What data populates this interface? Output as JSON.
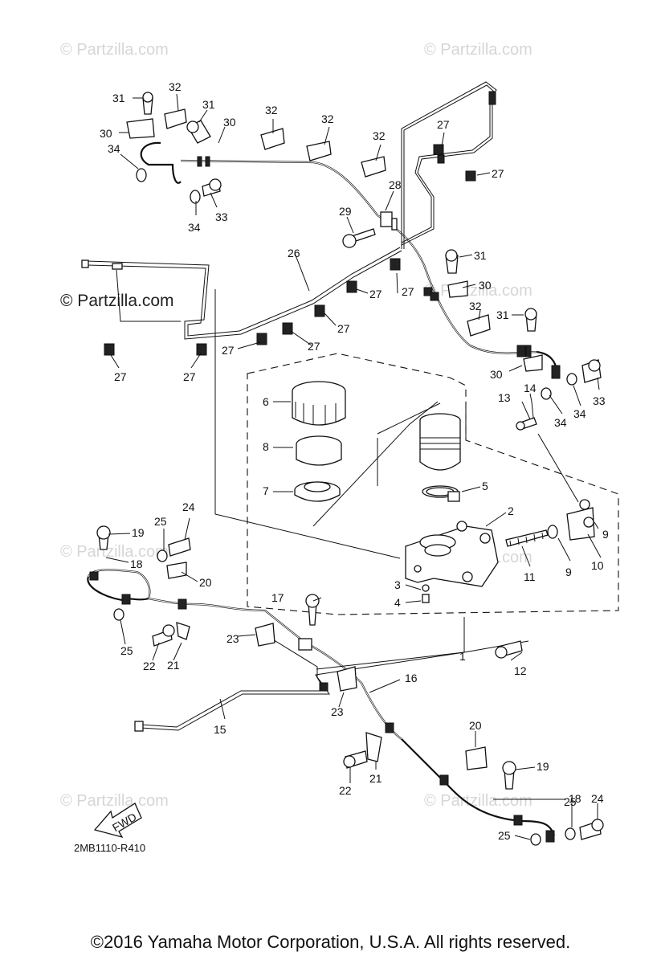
{
  "watermark": "© Partzilla.com",
  "watermark_main": "© Partzilla.com",
  "diagram_code": "2MB1110-R410",
  "fwd_label": "FWD",
  "copyright": "©2016  Yamaha Motor Corporation, U.S.A. All rights reserved.",
  "callouts": [
    "1",
    "2",
    "3",
    "4",
    "5",
    "6",
    "7",
    "8",
    "9",
    "10",
    "11",
    "12",
    "13",
    "14",
    "15",
    "16",
    "17",
    "18",
    "19",
    "20",
    "21",
    "22",
    "23",
    "24",
    "25",
    "26",
    "27",
    "28",
    "29",
    "30",
    "31",
    "32",
    "33",
    "34"
  ]
}
